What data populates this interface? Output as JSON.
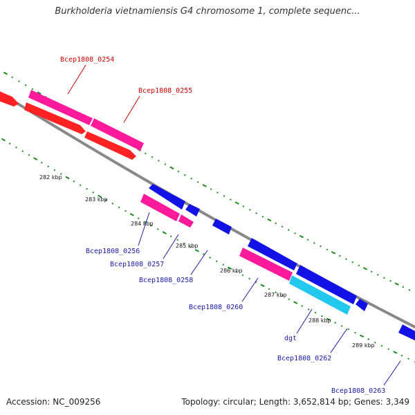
{
  "title": "Burkholderia vietnamiensis G4 chromosome 1, complete sequenc...",
  "footer": {
    "accession": "Accession: NC_009256",
    "summary": "Topology: circular; Length: 3,652,814 bp; Genes: 3,349"
  },
  "colors": {
    "forward_gene": "#ff2222",
    "forward_cds": "#ff1a9c",
    "reverse_gene": "#1212e6",
    "reverse_highlight": "#22c8ee",
    "tick": "#1a8a1a",
    "backbone": "#888888",
    "label_forward": "#cc0000",
    "label_reverse": "#1a1aaa"
  },
  "ruler": {
    "labels": [
      "282 kbp",
      "283 kbp",
      "284 kbp",
      "285 kbp",
      "286 kbp",
      "287 kbp",
      "288 kbp",
      "289 kbp"
    ]
  },
  "genes": {
    "bcep_0254": "Bcep1808_0254",
    "bcep_0255": "Bcep1808_0255",
    "bcep_0256": "Bcep1808_0256",
    "bcep_0257": "Bcep1808_0257",
    "bcep_0258": "Bcep1808_0258",
    "bcep_0260": "Bcep1808_0260",
    "dgt": "dgt",
    "bcep_0262": "Bcep1808_0262",
    "bcep_0263": "Bcep1808_0263"
  }
}
